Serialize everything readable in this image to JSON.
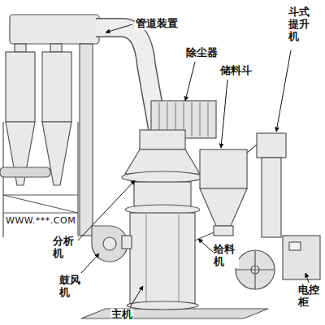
{
  "diagram": {
    "labels": [
      "管道装置",
      "除尘器",
      "储料斗",
      "斗式提升机",
      "WWW.***.COM",
      "分析机",
      "给料机",
      "鼓风机",
      "主机",
      "电控柜"
    ]
  }
}
